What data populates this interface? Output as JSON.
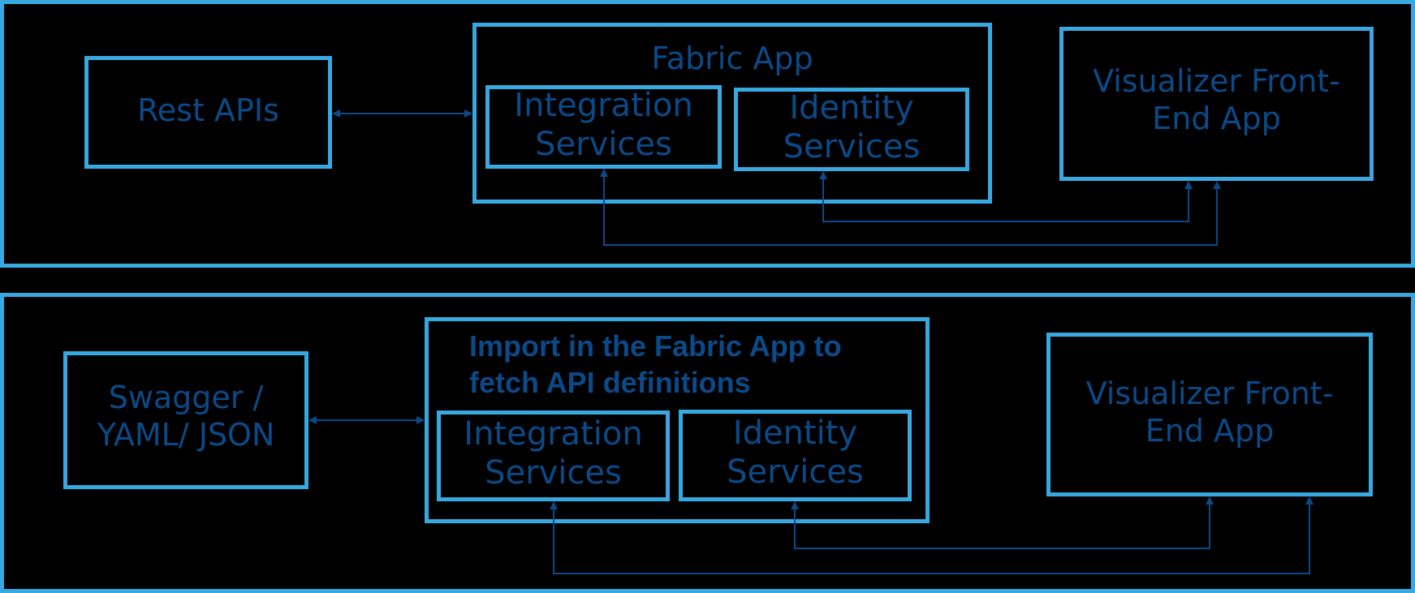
{
  "colors": {
    "background": "#000000",
    "box_border": "#38a8e0",
    "text": "#0b4a88",
    "connector": "#0b4a88"
  },
  "top_panel": {
    "source": {
      "label": "Rest APIs"
    },
    "fabric_app": {
      "title": "Fabric App",
      "integration": {
        "label": "Integration\nServices"
      },
      "identity": {
        "label": "Identity\nServices"
      }
    },
    "visualizer": {
      "label": "Visualizer Front-\nEnd App"
    }
  },
  "bottom_panel": {
    "source": {
      "label": "Swagger /\nYAML/ JSON"
    },
    "fabric_app": {
      "title": "Import in the Fabric App to\nfetch API definitions",
      "integration": {
        "label": "Integration\nServices"
      },
      "identity": {
        "label": "Identity\nServices"
      }
    },
    "visualizer": {
      "label": "Visualizer Front-\nEnd App"
    }
  }
}
